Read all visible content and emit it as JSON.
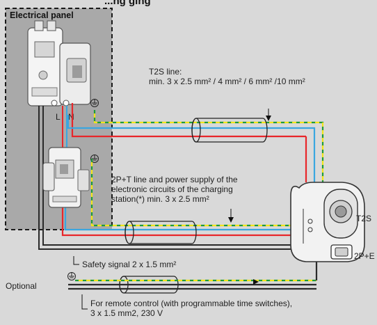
{
  "header": {
    "title_fragment": "...ng  ging"
  },
  "panel": {
    "title": "Electrical panel",
    "phase_label": "L",
    "neutral_label": "N"
  },
  "t2s_line": {
    "line1": "T2S line:",
    "line2": "min. 3 x 2.5 mm² / 4 mm² / 6 mm² /10 mm²"
  },
  "power_line": {
    "line1": "2P+T line and power supply of the",
    "line2": "electronic circuits of the charging",
    "line3": "station(*) min. 3 x 2.5 mm²"
  },
  "safety_signal": {
    "label": "Safety signal 2 x 1.5 mm²"
  },
  "optional": {
    "label": "Optional"
  },
  "remote_control": {
    "line1": "For remote control (with programmable time switches),",
    "line2": "3 x 1.5 mm2, 230 V"
  },
  "station": {
    "t2s_label": "T2S",
    "socket_label": "2P+E"
  },
  "colors": {
    "background": "#d9d9d9",
    "phase": "#e8262a",
    "neutral": "#3aa6e0",
    "earth_green": "#1f9a3a",
    "earth_yellow": "#f2e41a",
    "signal": "#2a2a2a"
  }
}
